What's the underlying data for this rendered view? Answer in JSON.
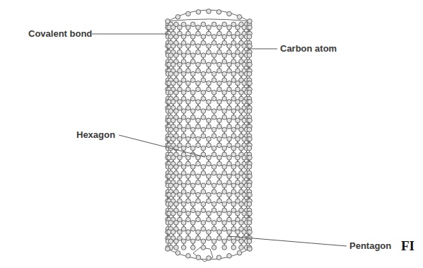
{
  "diagram": {
    "labels": [
      "Covalent bond",
      "Carbon atom",
      "Hexagon",
      "Pentagon",
      "FI"
    ]
  }
}
